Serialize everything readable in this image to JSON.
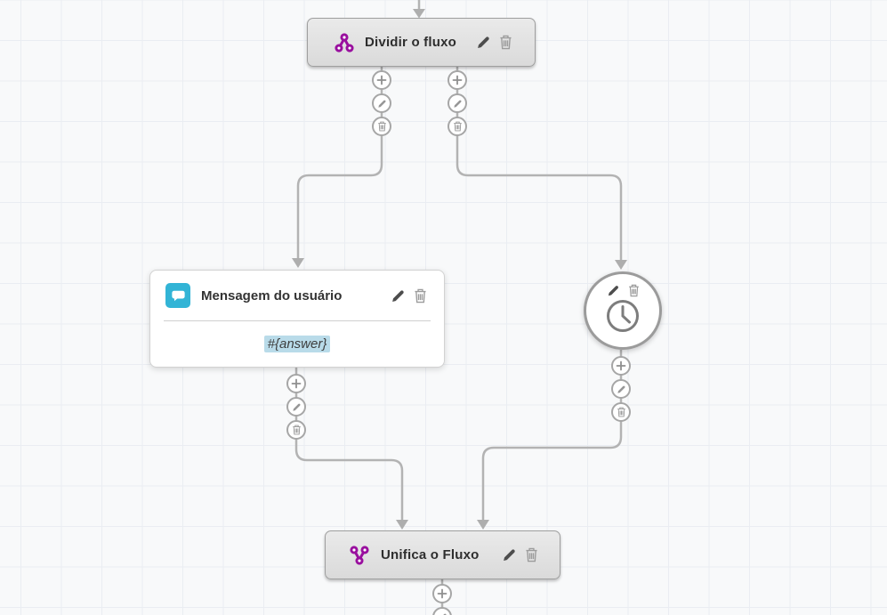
{
  "canvas": {
    "background": "#f8f9fa",
    "grid_line": "#eaedf2"
  },
  "palette": {
    "accent_purple": "#990f9e",
    "accent_teal": "#32b4d6",
    "connector_gray": "#b3b3b3",
    "highlight_blue": "#b9dbe9"
  },
  "nodes": {
    "divide": {
      "title": "Dividir o fluxo",
      "icon": "split-icon"
    },
    "user_message": {
      "title": "Mensagem do usuário",
      "icon": "chat-bubble-icon",
      "body": "#{answer}"
    },
    "timer": {
      "icon": "clock-icon"
    },
    "merge": {
      "title": "Unifica o Fluxo",
      "icon": "merge-icon"
    }
  },
  "buttons": {
    "add": "plus-icon",
    "edit": "pencil-icon",
    "delete": "trash-icon"
  }
}
